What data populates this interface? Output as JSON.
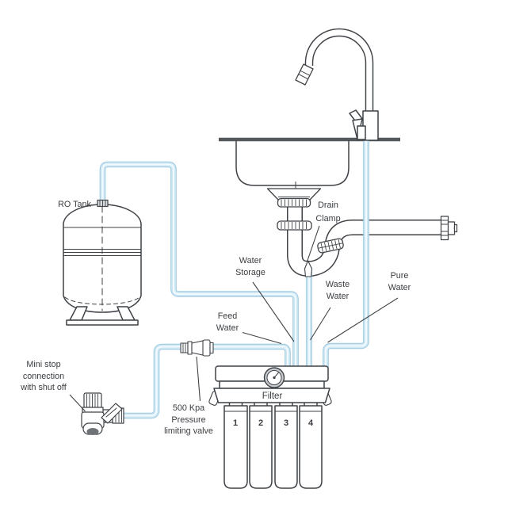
{
  "colors": {
    "line": "#3f4246",
    "counter": "#54585b",
    "tube_edge": "#9cc7dd",
    "tube_fill": "#cfe8f5",
    "tube_core": "#f2fafd",
    "metal": "#dadde0",
    "opening": "#6f7377",
    "gauge_ring": "#c6cacd",
    "text": "#3a3d41"
  },
  "labels": {
    "ro_tank": "RO Tank",
    "drain_clamp": [
      "Drain",
      "Clamp"
    ],
    "water_storage": [
      "Water",
      "Storage"
    ],
    "waste_water": [
      "Waste",
      "Water"
    ],
    "pure_water": [
      "Pure",
      "Water"
    ],
    "feed_water": [
      "Feed",
      "Water"
    ],
    "mini_stop": [
      "Mini stop",
      "connection",
      "with shut off"
    ],
    "pressure_valve": [
      "500 Kpa",
      "Pressure",
      "limiting valve"
    ],
    "filter": "Filter",
    "cartridges": [
      "1",
      "2",
      "3",
      "4"
    ]
  }
}
